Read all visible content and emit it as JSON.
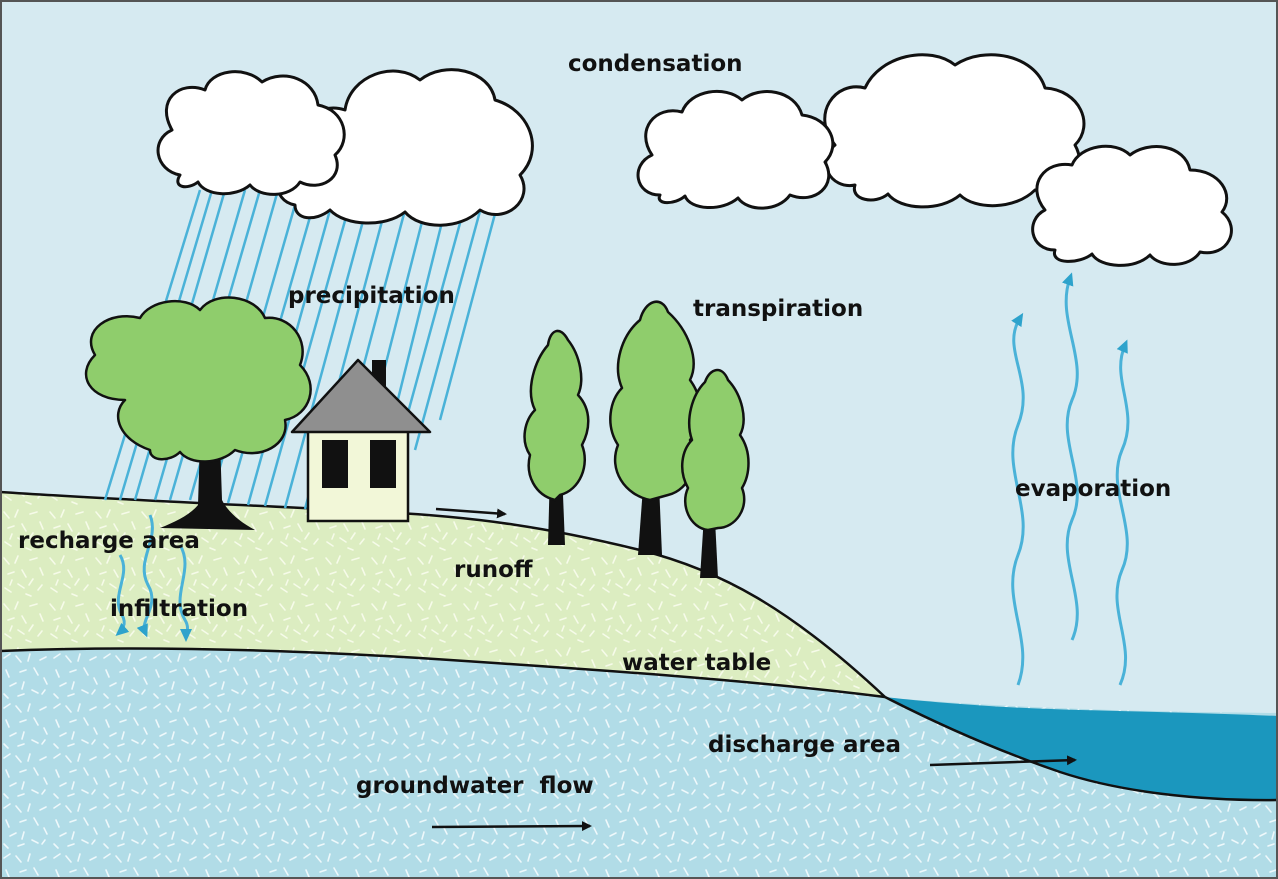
{
  "labels": {
    "condensation": "condensation",
    "precipitation": "precipitation",
    "transpiration": "transpiration",
    "evaporation": "evaporation",
    "recharge_area": "recharge area",
    "infiltration": "infiltration",
    "runoff": "runoff",
    "water_table": "water table",
    "discharge_area": "discharge area",
    "groundwater_flow": "groundwater  flow"
  },
  "colors": {
    "sky": "#d6eaf1",
    "soil": "#dcedc1",
    "groundwater": "#b1dce7",
    "pond": "#1b97be",
    "rain": "#4ab2d8",
    "foliage": "#8fcd6c",
    "trunk": "#111111",
    "roof": "#8f8f8f",
    "house_wall": "#f2f7d8",
    "cloud": "#ffffff",
    "outline": "#111111"
  },
  "icons": {
    "clouds": "cloud-icon",
    "trees": "tree-icon",
    "house": "house-icon",
    "evaporation_arrows": "wavy-arrow-up-icon",
    "infiltration_arrows": "wavy-arrow-down-icon",
    "flow_arrows": "arrow-right-icon"
  }
}
